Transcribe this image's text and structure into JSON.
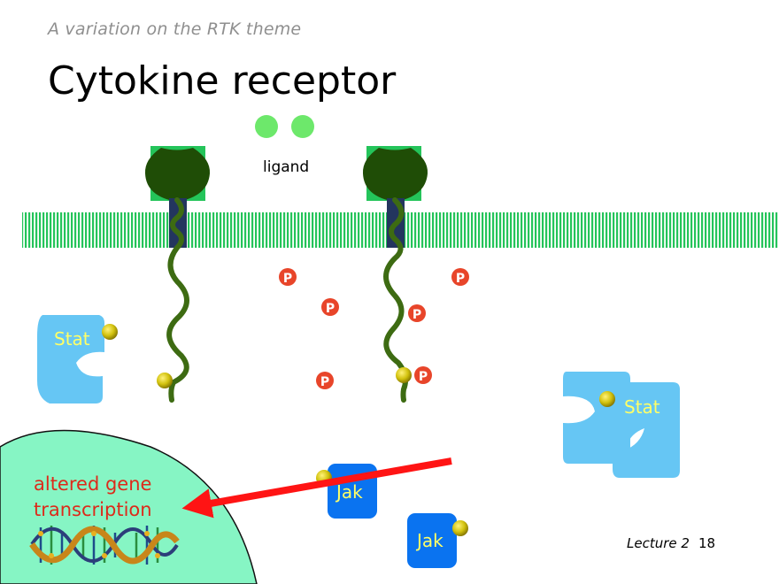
{
  "slide": {
    "subtitle": "A variation on the RTK theme",
    "title": "Cytokine receptor",
    "footer_lecture": "Lecture 2",
    "footer_page": "18"
  },
  "labels": {
    "ligand": "ligand",
    "stat_left": "Stat",
    "stat_right": "Stat",
    "jak_1": "Jak",
    "jak_2": "Jak",
    "phosphate": "P",
    "gene": [
      "altered gene",
      "transcription"
    ]
  },
  "colors": {
    "membrane": "#24c45a",
    "receptor": "#1f4d06",
    "stalk": "#3d6b12",
    "ligand": "#6de86b",
    "stat": "#66c6f4",
    "stat_text": "#ffff66",
    "jak": "#0a73f0",
    "jak_text": "#ffff66",
    "phosphate": "#e8452a",
    "arrow": "#ff1414",
    "nucleus": "#86f5c4",
    "gene_text": "#dd2a1a"
  },
  "icons": [
    "ligand-dot-icon",
    "receptor-icon",
    "phosphate-icon",
    "stat-icon",
    "jak-icon",
    "dna-icon",
    "arrow-icon"
  ]
}
